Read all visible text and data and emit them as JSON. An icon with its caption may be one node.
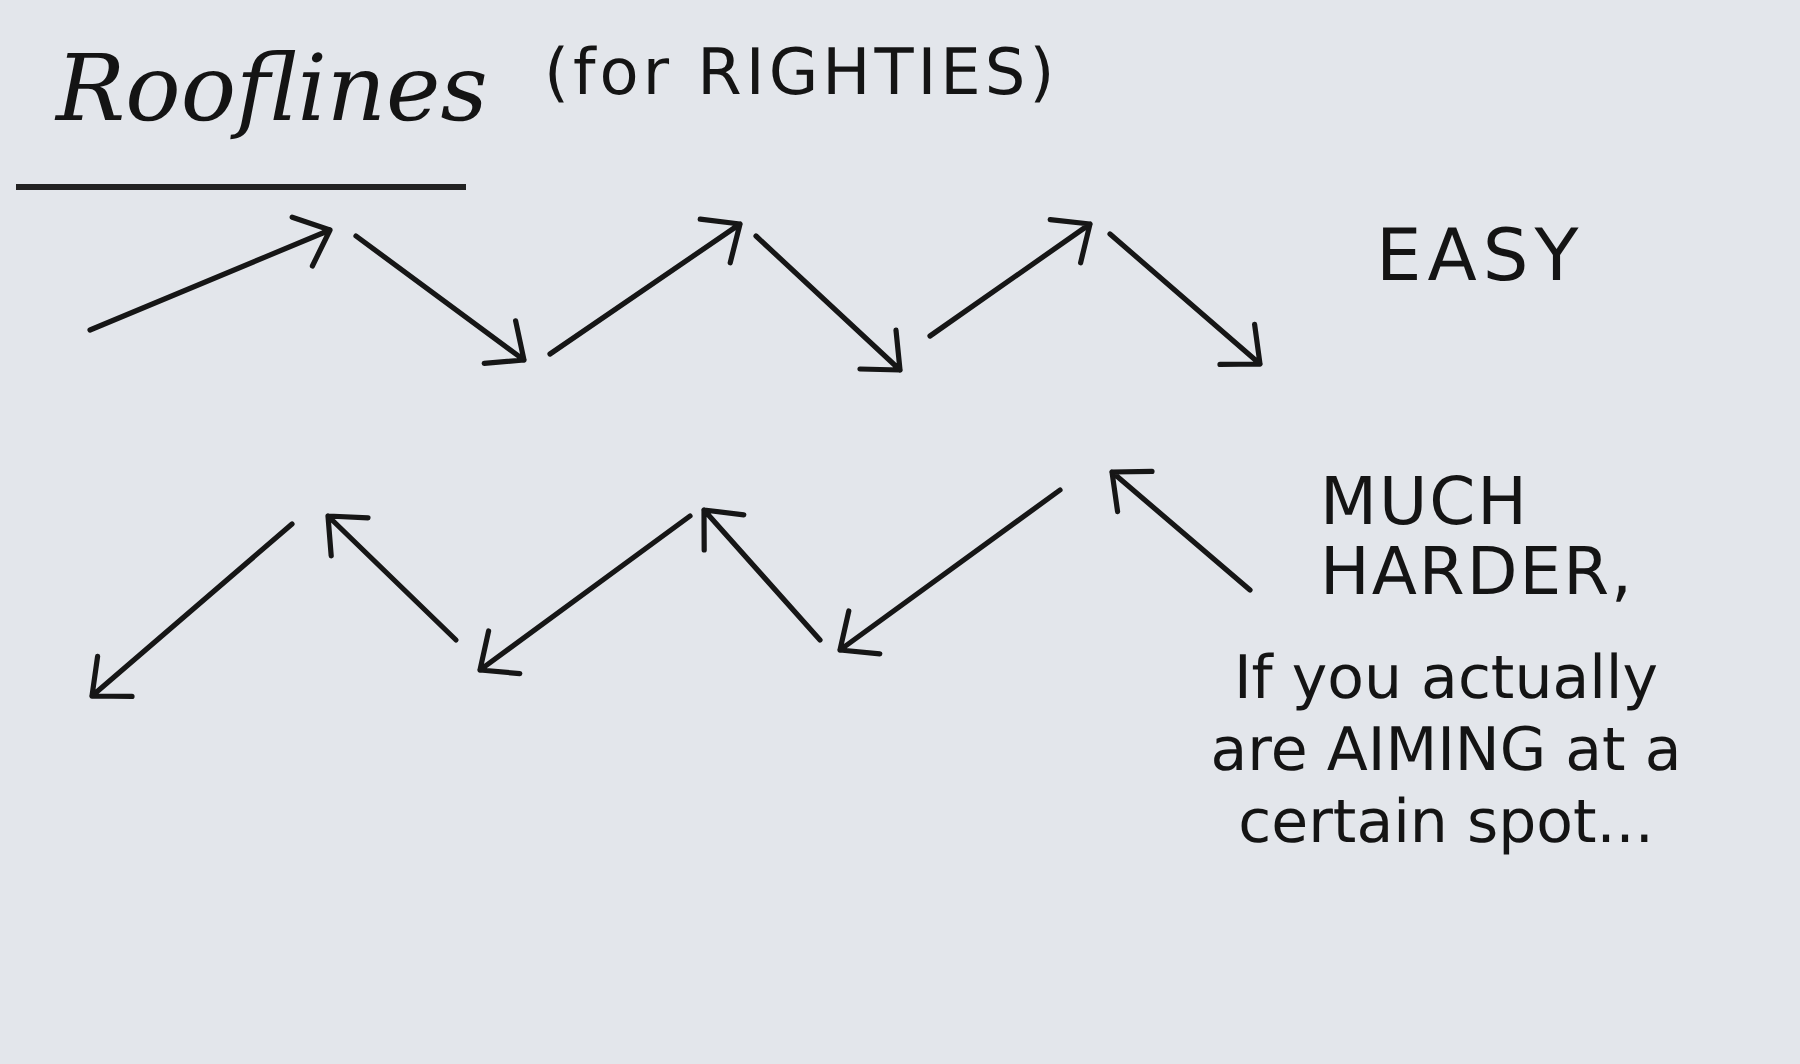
{
  "diagram": {
    "title": "Rooflines",
    "labels": [
      "(for RIGHTIES)",
      "EASY",
      "MUCH HARDER,",
      "If you actually are AIMING at a certain spot..."
    ]
  }
}
